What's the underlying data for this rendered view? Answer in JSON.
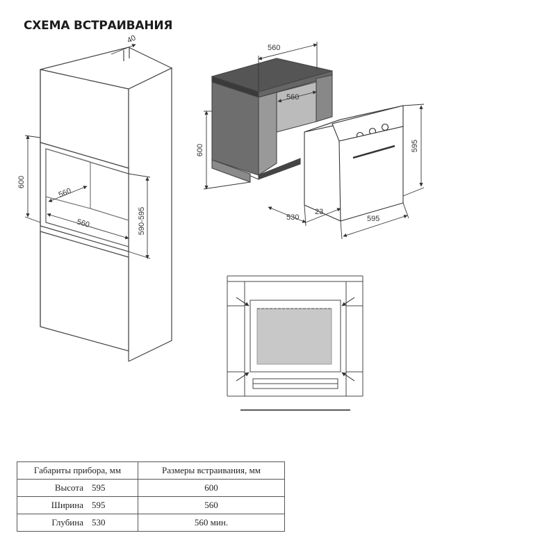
{
  "title": "СХЕМА ВСТРАИВАНИЯ",
  "cabinet_dims": {
    "top_gap": "40",
    "niche_height": "600",
    "niche_depth": "560",
    "niche_width": "560",
    "niche_height_range": "590-595"
  },
  "oven_dims": {
    "top_width": "560",
    "inner_depth": "560",
    "niche_height": "600",
    "oven_height": "595",
    "oven_depth": "530",
    "panel_offset": "23",
    "oven_width": "595"
  },
  "table": {
    "headers": [
      "Габариты прибора, мм",
      "Размеры встраивания, мм"
    ],
    "rows": [
      {
        "label": "Высота",
        "device": "595",
        "embed": "600"
      },
      {
        "label": "Ширина",
        "device": "595",
        "embed": "560"
      },
      {
        "label": "Глубина",
        "device": "530",
        "embed": "560 мин."
      }
    ]
  }
}
